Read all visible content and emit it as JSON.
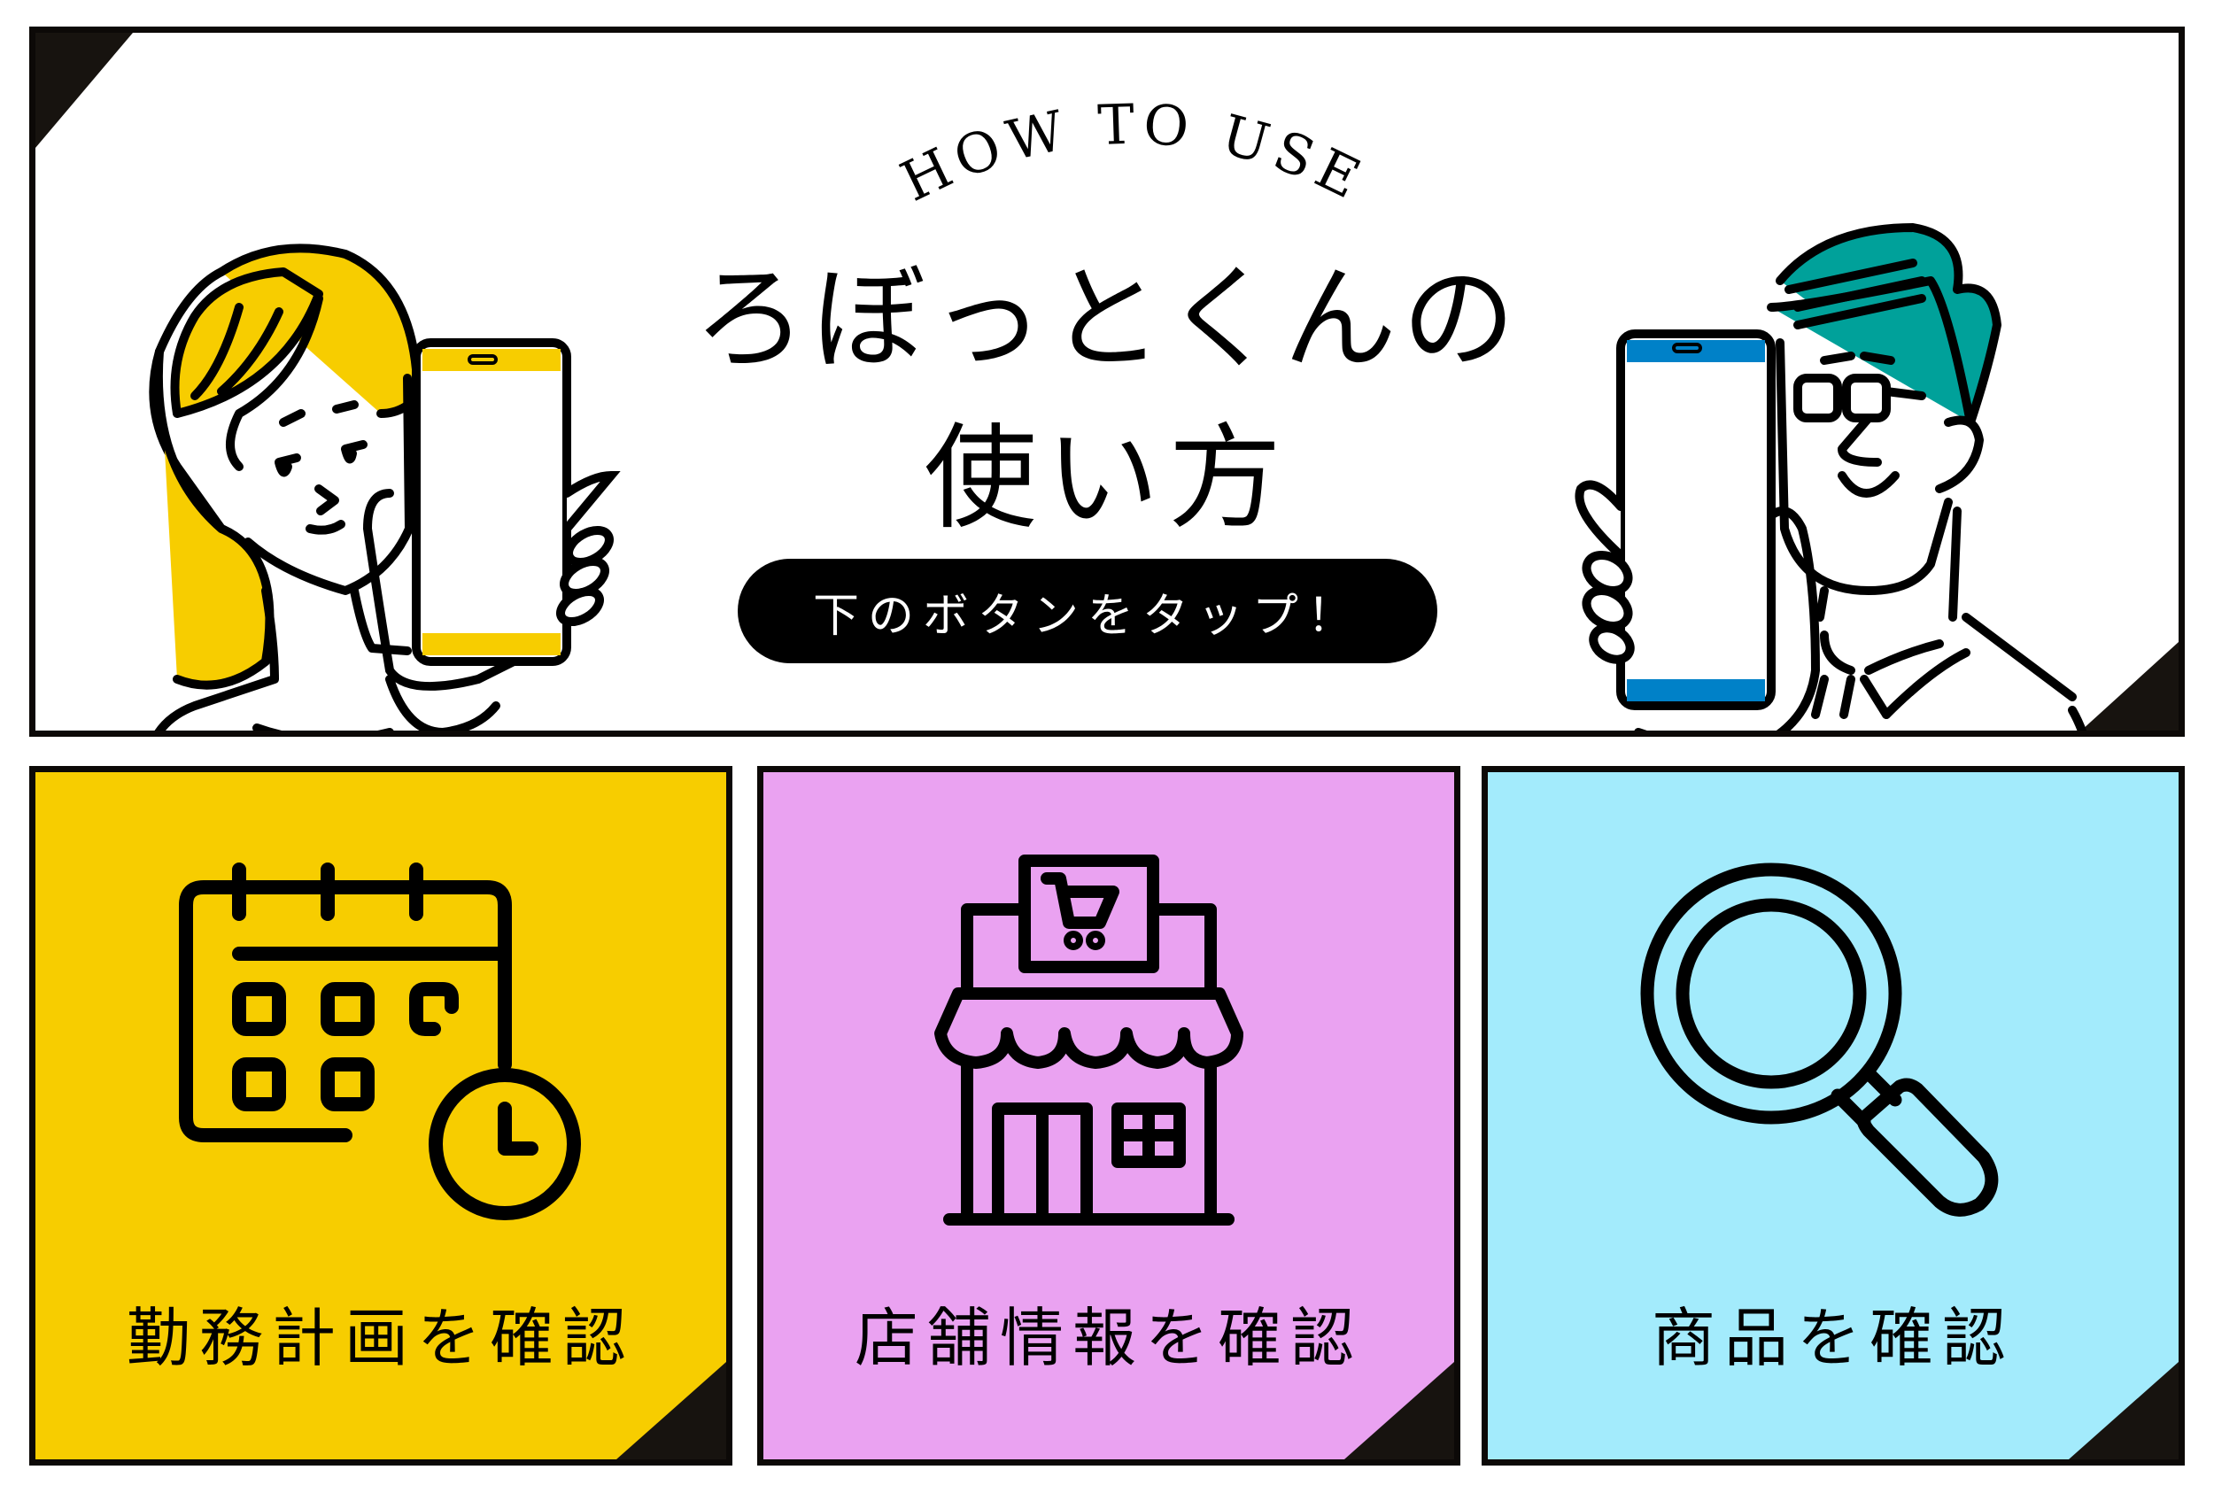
{
  "hero": {
    "eyebrow": "HOW TO USE",
    "title_line1": "ろぼっとくんの",
    "title_line2": "使い方",
    "cta_pill": "下のボタンをタップ！",
    "colors": {
      "woman_hair": "#f7cd00",
      "woman_phone_accent": "#f7cd00",
      "man_hair": "#00a19a",
      "man_phone_accent": "#0081c8",
      "frame": "#0c0907"
    }
  },
  "cards": [
    {
      "label": "勤務計画を確認",
      "icon": "calendar-clock-icon",
      "bg": "#f7cd00"
    },
    {
      "label": "店舗情報を確認",
      "icon": "storefront-cart-icon",
      "bg": "#eaa2f1"
    },
    {
      "label": "商品を確認",
      "icon": "magnifying-glass-icon",
      "bg": "#a3ebfc"
    }
  ]
}
